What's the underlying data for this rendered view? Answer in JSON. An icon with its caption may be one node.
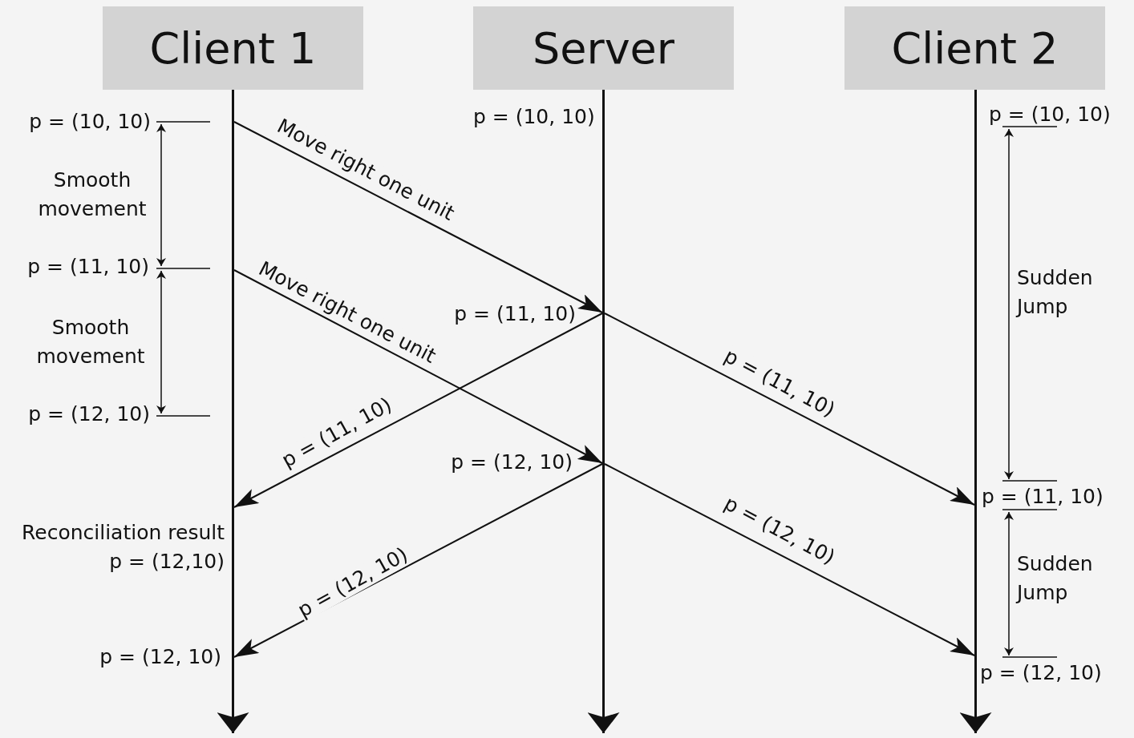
{
  "diagram": {
    "nodes": [
      {
        "text": [
          "Client 1"
        ]
      },
      {
        "text": [
          "Server"
        ]
      },
      {
        "text": [
          "Client 2"
        ]
      },
      {
        "text": [],
        "shape": "line"
      },
      {
        "text": [],
        "shape": "line"
      },
      {
        "text": [],
        "shape": "line"
      }
    ],
    "edges": [
      {
        "from": 3,
        "to": null,
        "arrow": "to"
      },
      {
        "from": 4,
        "to": null,
        "arrow": "to"
      },
      {
        "from": 5,
        "to": null,
        "arrow": "to"
      },
      {
        "from": 3,
        "to": 4,
        "arrow": "to",
        "label": "Move right one unit"
      },
      {
        "from": 3,
        "to": 4,
        "arrow": "to",
        "label": "Move right one unit"
      },
      {
        "from": 4,
        "to": 3,
        "arrow": "to",
        "label": "p = (11, 10)"
      },
      {
        "from": 4,
        "to": 5,
        "arrow": "to",
        "label": "p = (11, 10)"
      },
      {
        "from": 4,
        "to": 3,
        "arrow": "to",
        "label": "p = (12, 10)"
      },
      {
        "from": 4,
        "to": 5,
        "arrow": "to",
        "label": "p = (12, 10)"
      }
    ],
    "labels": [
      "p = (10, 10)",
      "p = (10, 10)",
      "p = (10, 10)",
      "Smooth movement",
      "p = (11, 10)",
      "Sudden Jump",
      "p = (11, 10)",
      "Smooth movement",
      "p = (12, 10)",
      "p = (12, 10)",
      "p = (11, 10)",
      "Reconciliation result p = (12,10)",
      "Sudden Jump",
      "p = (12, 10)",
      "p = (12, 10)"
    ]
  }
}
